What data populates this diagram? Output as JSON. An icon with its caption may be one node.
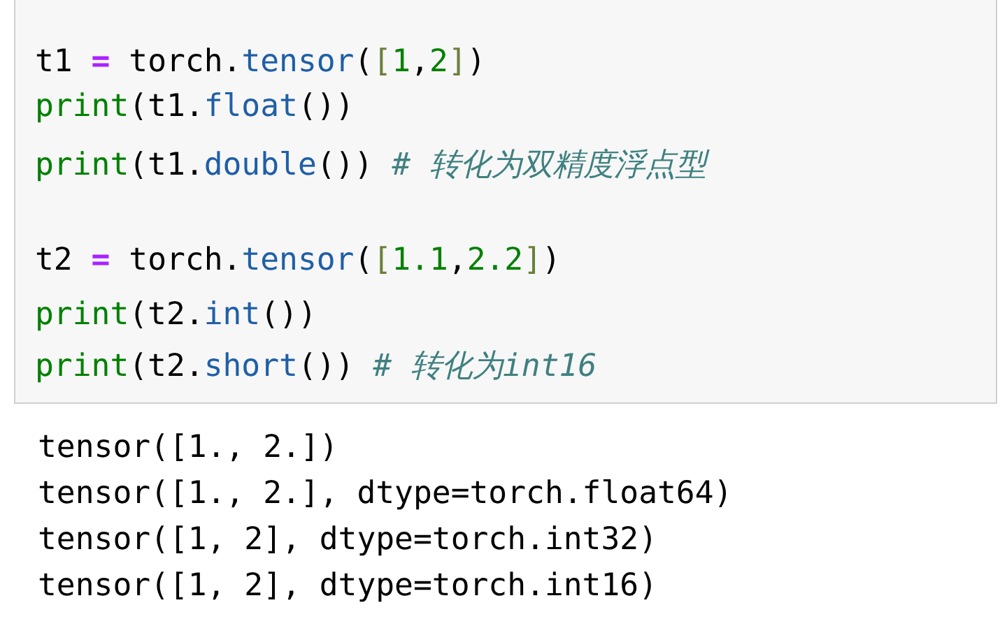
{
  "diagram": {
    "labels": [
      "t1 = torch.tensor([1,2])",
      "print(t1.float())",
      "print(t1.double()) # 转化为双精度浮点型",
      "t2 = torch.tensor([1.1,2.2])",
      "print(t2.int())",
      "print(t2.short()) # 转化为int16",
      "tensor([1., 2.])",
      "tensor([1., 2.], dtype=torch.float64)",
      "tensor([1, 2], dtype=torch.int32)",
      "tensor([1, 2], dtype=torch.int16)"
    ]
  }
}
